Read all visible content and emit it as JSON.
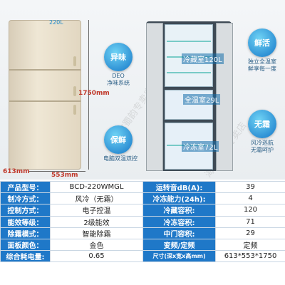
{
  "watermark": "海尔蜀韵专卖店",
  "fridge": {
    "volume_badge": "220L",
    "height_dim": "1750mm",
    "depth_dim": "613mm",
    "width_dim": "553mm"
  },
  "interior": {
    "fridge_label": "冷藏室120L",
    "flex_label": "全温室29L",
    "freezer_label": "冷冻室72L"
  },
  "features": [
    {
      "badge": "异味",
      "text": "DEO\n净味系统"
    },
    {
      "badge": "鲜活",
      "text": "独立全温室\n鲜享每一度"
    },
    {
      "badge": "保鲜",
      "text": "电脑双温双控"
    },
    {
      "badge": "无霜",
      "text": "风冷巡航\n无霜呵护"
    }
  ],
  "specs": [
    [
      "产品型号：",
      "BCD-220WMGL",
      "运转音dB(A):",
      "39"
    ],
    [
      "制冷方式：",
      "风冷（无霜）",
      "冷冻能力(24h):",
      "4"
    ],
    [
      "控制方式：",
      "电子控温",
      "冷藏容积:",
      "120"
    ],
    [
      "能效等级：",
      "2级能效",
      "冷冻容积:",
      "71"
    ],
    [
      "除霜模式：",
      "智能除霜",
      "中门容积:",
      "29"
    ],
    [
      "面板颜色：",
      "金色",
      "变频/定频",
      "定频"
    ],
    [
      "综合耗电量:",
      "0.65",
      "尺寸(深x宽x高mm)",
      "613*553*1750"
    ]
  ],
  "colors": {
    "accent": "#1f78c8",
    "dimension": "#c0392b"
  }
}
